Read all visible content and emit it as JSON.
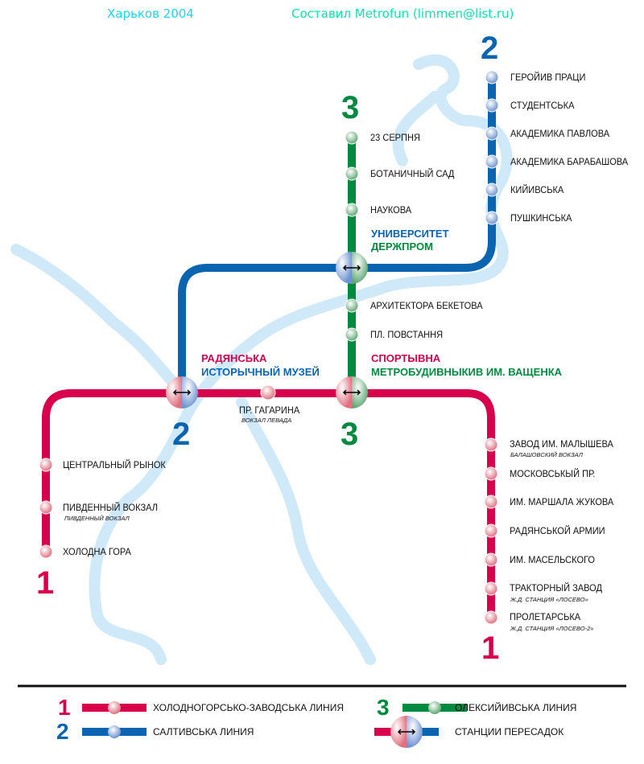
{
  "header": {
    "city_year": "Харьков 2004",
    "author": "Составил Metrofun (limmen@list.ru)"
  },
  "colors": {
    "line1": "#d8004a",
    "line2": "#0a64b0",
    "line3": "#008a40",
    "river": "#cfe9f9"
  },
  "line_numbers": {
    "l1": "1",
    "l2": "2",
    "l3": "3"
  },
  "line2_stations": [
    "ГЕРОЙИВ ПРАЦИ",
    "СТУДЕНТСЬКА",
    "АКАДЕМИКА ПАВЛОВА",
    "АКАДЕМИКА БАРАБАШОВА",
    "КИЙИВСЬКА",
    "ПУШКИНСЬКА"
  ],
  "line3_stations": [
    "23 СЕРПНЯ",
    "БОТАНИЧНЫЙ САД",
    "НАУКОВА",
    "АРХИТЕКТОРА БЕКЕТОВА",
    "ПЛ. ПОВСТАННЯ"
  ],
  "transfers": {
    "univ": {
      "a": "УНИВЕРСИТЕТ",
      "b": "ДЕРЖПРОМ"
    },
    "radyanska": {
      "a": "РАДЯНСЬКА",
      "b": "ИСТОРЫЧНЫЙ МУЗЕЙ"
    },
    "sport": {
      "a": "СПОРТЫВНА",
      "b": "МЕТРОБУДИВНЫКИВ ИМ. ВАЩЕНКА"
    }
  },
  "gagarina": {
    "name": "ПР. ГАГАРИНА",
    "sub": "ВОКЗАЛ ЛЕВАДА"
  },
  "line1_left": [
    {
      "name": "ЦЕНТРАЛЬНЫЙ РЫНОК"
    },
    {
      "name": "ПИВДЕННЫЙ ВОКЗАЛ",
      "sub": "ПИВДЕННЫЙ ВОКЗАЛ"
    },
    {
      "name": "ХОЛОДНА ГОРА"
    }
  ],
  "line1_right": [
    {
      "name": "ЗАВОД ИМ. МАЛЫШЕВА",
      "sub": "БАЛАШОВСКИЙ ВОКЗАЛ"
    },
    {
      "name": "МОСКОВСЬКЫЙ ПР."
    },
    {
      "name": "ИМ. МАРШАЛА ЖУКОВА"
    },
    {
      "name": "РАДЯНСЬКОЙ АРМИИ"
    },
    {
      "name": "ИМ. МАСЕЛЬСКОГО"
    },
    {
      "name": "ТРАКТОРНЫЙ ЗАВОД",
      "sub": "Ж.Д. СТАНЦИЯ «ЛОСЕВО»"
    },
    {
      "name": "ПРОЛЕТАРСЬКА",
      "sub": "Ж.Д. СТАНЦИЯ «ЛОСЕВО-2»"
    }
  ],
  "legend": {
    "l1": "ХОЛОДНОГОРСЬКО-ЗАВОДСЬКА ЛИНИЯ",
    "l2": "САЛТИВСЬКА ЛИНИЯ",
    "l3": "ОЛЕКСИЙИВСЬКА ЛИНИЯ",
    "transfer": "СТАНЦИИ ПЕРЕСАДОК"
  }
}
